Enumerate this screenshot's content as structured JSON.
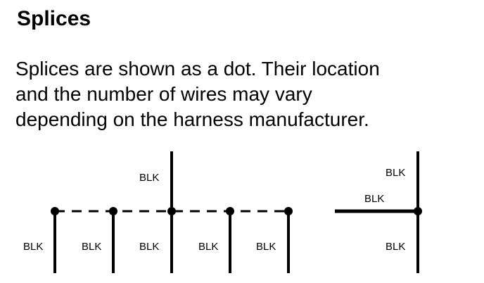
{
  "title": "Splices",
  "description": [
    "Splices are shown as a dot. Their location",
    "and the number of wires may vary",
    "depending on the harness manufacturer."
  ],
  "diagram": {
    "left_splice_group": {
      "top_wire_label": "BLK",
      "bottom_wire_labels": [
        "BLK",
        "BLK",
        "BLK",
        "BLK",
        "BLK"
      ]
    },
    "right_splice": {
      "top_wire_label": "BLK",
      "horizontal_wire_label": "BLK",
      "bottom_wire_label": "BLK"
    },
    "colors": {
      "wire": "#000000",
      "background": "#ffffff"
    }
  }
}
